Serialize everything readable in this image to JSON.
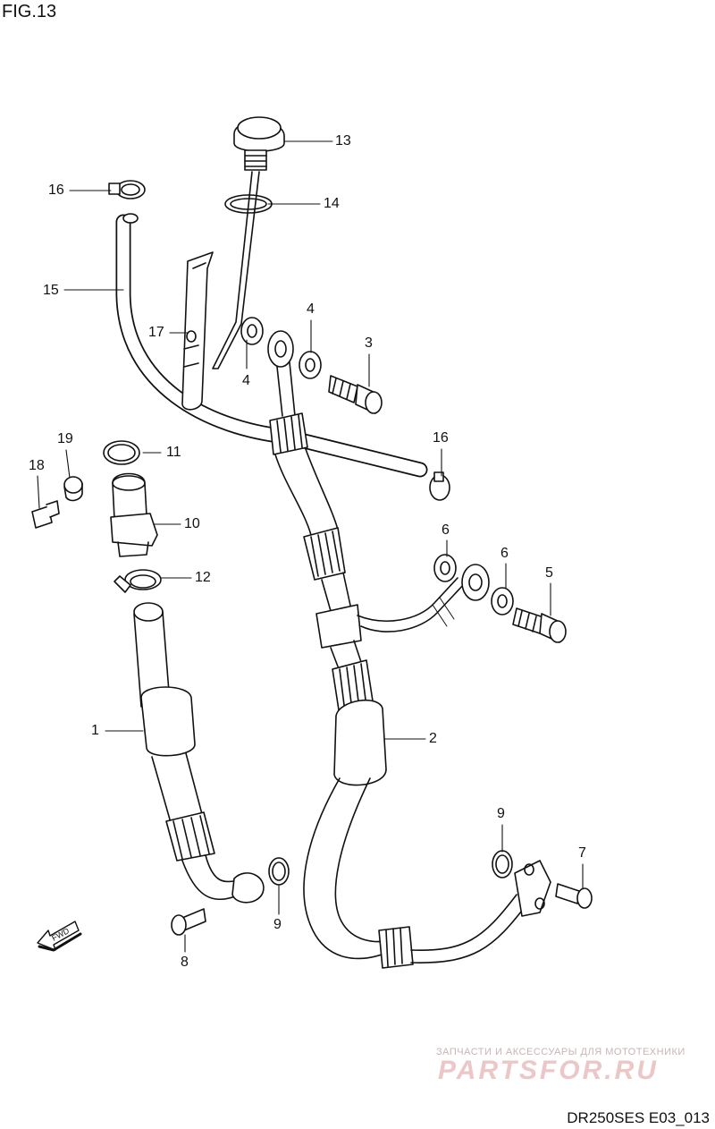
{
  "figure": {
    "title": "FIG.13",
    "drawing_code": "DR250SES E03_013"
  },
  "watermark": {
    "tagline": "ЗАПЧАСТИ И АКСЕССУАРЫ ДЛЯ МОТОТЕХНИКИ",
    "logo": "PARTSFOR.RU"
  },
  "direction_marker": "FWD",
  "callouts": {
    "c1": "1",
    "c2": "2",
    "c3": "3",
    "c4a": "4",
    "c4b": "4",
    "c5": "5",
    "c6a": "6",
    "c6b": "6",
    "c7": "7",
    "c8": "8",
    "c9a": "9",
    "c9b": "9",
    "c10": "10",
    "c11": "11",
    "c12": "12",
    "c13": "13",
    "c14": "14",
    "c15": "15",
    "c16a": "16",
    "c16b": "16",
    "c17": "17",
    "c18": "18",
    "c19": "19"
  }
}
